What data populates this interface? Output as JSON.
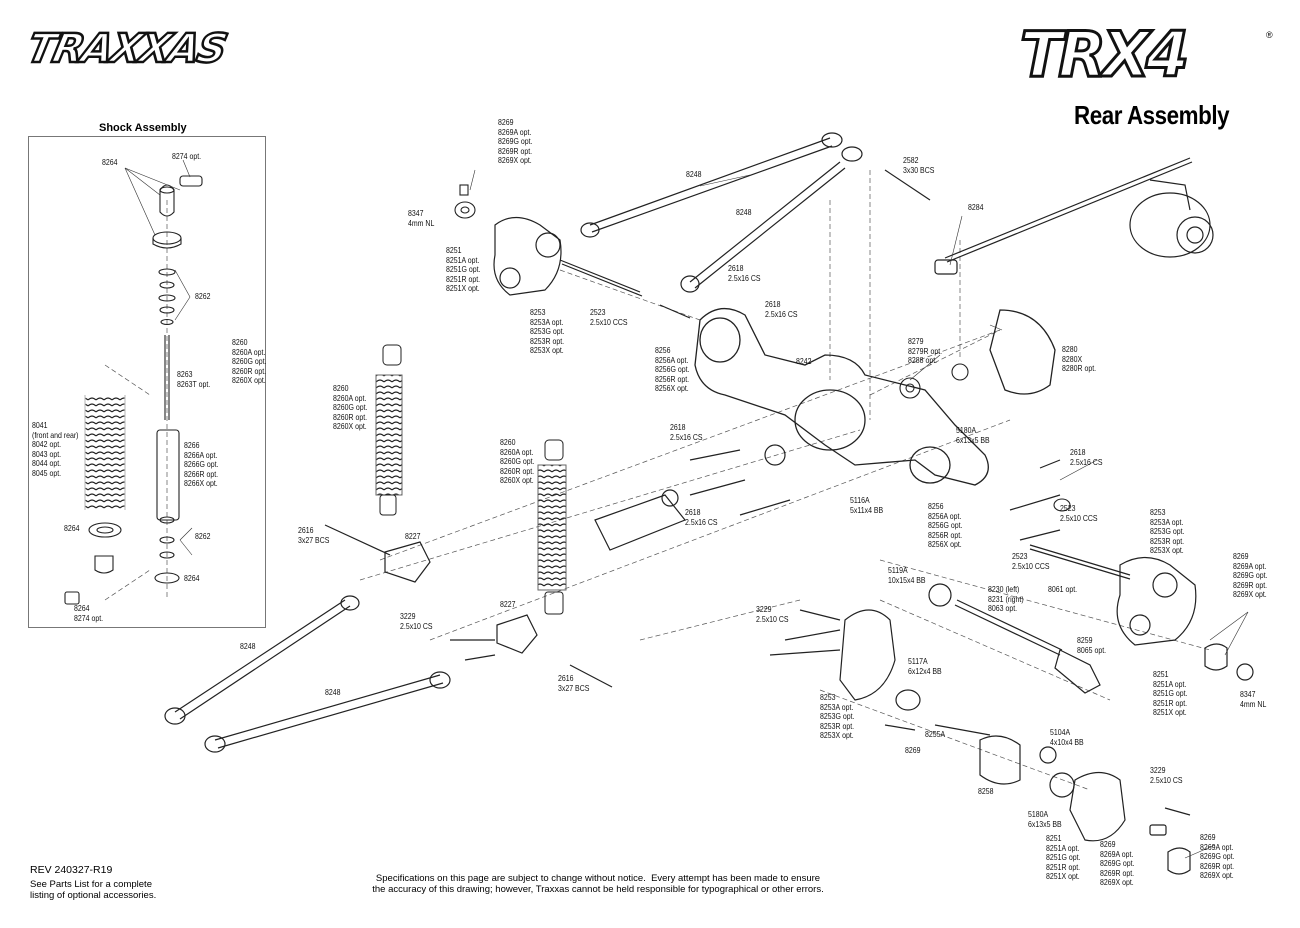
{
  "header": {
    "brand": "TRAXXAS",
    "model": "TRX4",
    "registered_mark": "®",
    "title": "Rear Assembly"
  },
  "shock_assembly": {
    "title": "Shock Assembly",
    "labels": {
      "p8264_top": "8264",
      "p8274_top": "8274 opt.",
      "p8262_top": "8262",
      "p8260": "8260\n8260A opt.\n8260G opt.\n8260R opt.\n8260X opt.",
      "p8263": "8263\n8263T opt.",
      "p8041": "8041\n(front and rear)\n8042 opt.\n8043 opt.\n8044 opt.\n8045 opt.",
      "p8266": "8266\n8266A opt.\n8266G opt.\n8266R opt.\n8266X opt.",
      "p8264_mid": "8264",
      "p8262_bot": "8262",
      "p8264_bot": "8264",
      "p8264_8274": "8264\n8274 opt."
    }
  },
  "parts": {
    "p8269_top": "8269\n8269A opt.\n8269G opt.\n8269R opt.\n8269X opt.",
    "p8248_a": "8248",
    "p8248_b": "8248",
    "p8347_left": "8347\n4mm NL",
    "p8251_left": "8251\n8251A opt.\n8251G opt.\n8251R opt.\n8251X opt.",
    "p8253_left": "8253\n8253A opt.\n8253G opt.\n8253R opt.\n8253X opt.",
    "p2523_a": "2523\n2.5x10 CCS",
    "p2618_a": "2618\n2.5x16 CS",
    "p2618_b": "2618\n2.5x16 CS",
    "p8256_a": "8256\n8256A opt.\n8256G opt.\n8256R opt.\n8256X opt.",
    "p8242": "8242",
    "p2582": "2582\n3x30 BCS",
    "p8284": "8284",
    "p8279": "8279\n8279R opt.\n8288 opt.",
    "p8280": "8280\n8280X\n8280R opt.",
    "p5180A_a": "5180A\n6x13x5 BB",
    "p8260_mid": "8260\n8260A opt.\n8260G opt.\n8260R opt.\n8260X opt.",
    "p8260_center": "8260\n8260A opt.\n8260G opt.\n8260R opt.\n8260X opt.",
    "p2618_c": "2618\n2.5x16 CS",
    "p2618_d": "2618\n2.5x16 CS",
    "p2618_e": "2618\n2.5x16 CS",
    "p5116A": "5116A\n5x11x4 BB",
    "p8256_b": "8256\n8256A opt.\n8256G opt.\n8256R opt.\n8256X opt.",
    "p2523_b": "2523\n2.5x10 CCS",
    "p2523_c": "2523\n2.5x10 CCS",
    "p8253_right": "8253\n8253A opt.\n8253G opt.\n8253R opt.\n8253X opt.",
    "p2616_a": "2616\n3x27 BCS",
    "p8227_a": "8227",
    "p8227_b": "8227",
    "p3229_a": "3229\n2.5x10 CS",
    "p2616_b": "2616\n3x27 BCS",
    "p8248_c": "8248",
    "p8248_d": "8248",
    "p5119A": "5119A\n10x15x4 BB",
    "p8230": "8230 (left)\n8231 (right)\n8063 opt.",
    "p8061": "8061 opt.",
    "p8269_right": "8269\n8269A opt.\n8269G opt.\n8269R opt.\n8269X opt.",
    "p3229_b": "3229\n2.5x10 CS",
    "p5117A": "5117A\n6x12x4 BB",
    "p8259": "8259\n8065 opt.",
    "p8251_right": "8251\n8251A opt.\n8251G opt.\n8251R opt.\n8251X opt.",
    "p8347_right": "8347\n4mm NL",
    "p8253_bottom": "8253\n8253A opt.\n8253G opt.\n8253R opt.\n8253X opt.",
    "p8255A": "8255A",
    "p8269_small": "8269",
    "p5104A": "5104A\n4x10x4 BB",
    "p8258": "8258",
    "p5180A_b": "5180A\n6x13x5 BB",
    "p3229_c": "3229\n2.5x10 CS",
    "p8251_bottom": "8251\n8251A opt.\n8251G opt.\n8251R opt.\n8251X opt.",
    "p8269_bottom_a": "8269\n8269A opt.\n8269G opt.\n8269R opt.\n8269X opt.",
    "p8269_bottom_b": "8269\n8269A opt.\n8269G opt.\n8269R opt.\n8269X opt."
  },
  "footer": {
    "rev": "REV 240327-R19",
    "parts_note": "See Parts List for a complete\nlisting of optional accessories.",
    "disclaimer": "Specifications on this page are subject to change without notice.  Every attempt has been made to ensure\nthe accuracy of this drawing; however, Traxxas cannot be held responsible for typographical or other errors."
  }
}
